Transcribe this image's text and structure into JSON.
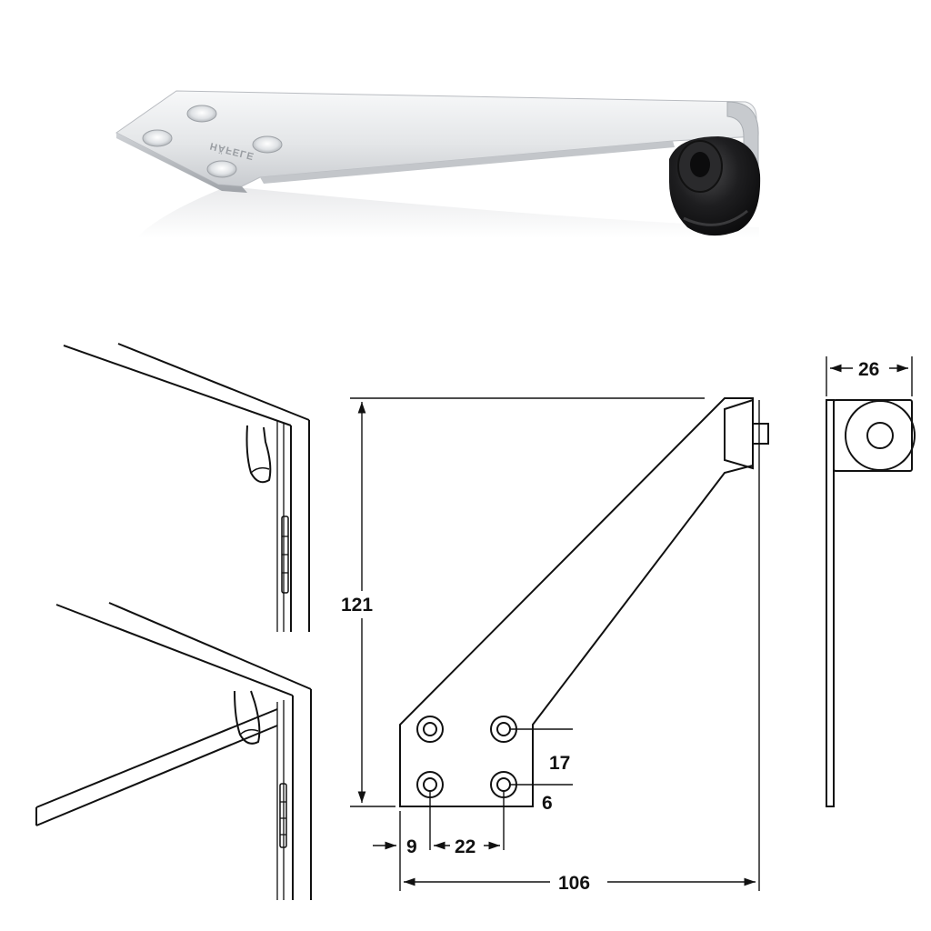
{
  "product": {
    "brand_stamp": "HÄFELE",
    "colors": {
      "metal_light": "#f2f3f4",
      "metal_mid": "#d7d9dc",
      "metal_dark": "#9ea2a7",
      "rubber": "#1b1b1c"
    }
  },
  "dimensions": {
    "height": "121",
    "length": "106",
    "width": "26",
    "hole_spacing_vertical": "17",
    "hole_spacing_horizontal": "22",
    "edge_offset": "9",
    "hole_diameter": "6"
  }
}
